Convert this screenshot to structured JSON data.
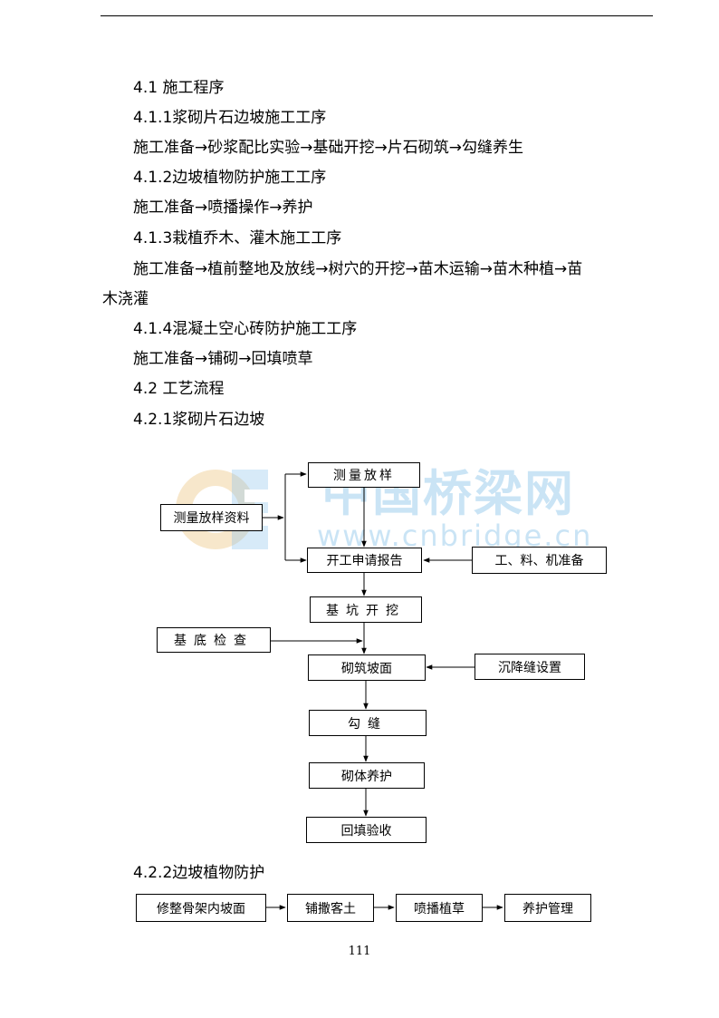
{
  "text": {
    "l1": "4.1    施工程序",
    "l2": "4.1.1浆砌片石边坡施工工序",
    "l3": "施工准备→砂浆配比实验→基础开挖→片石砌筑→勾缝养生",
    "l4": "4.1.2边坡植物防护施工工序",
    "l5": "施工准备→喷播操作→养护",
    "l6": "4.1.3栽植乔木、灌木施工工序",
    "l7": "施工准备→植前整地及放线→树穴的开挖→苗木运输→苗木种植→苗",
    "l8": "木浇灌",
    "l9": "4.1.4混凝土空心砖防护施工工序",
    "l10": "施工准备→铺砌→回填喷草",
    "l11": "4.2    工艺流程",
    "l12": "4.2.1浆砌片石边坡",
    "l13": "4.2.2边坡植物防护"
  },
  "flow1": {
    "survey": "测量放样",
    "survey_data": "测量放样资料",
    "apply": "开工申请报告",
    "prep": "工、料、机准备",
    "pit": "基坑开挖",
    "base_check": "基底检查",
    "build": "砌筑坡面",
    "joint_set": "沉降缝设置",
    "point": "勾缝",
    "cure": "砌体养护",
    "accept": "回填验收"
  },
  "flow2": {
    "s1": "修整骨架内坡面",
    "s2": "铺撒客土",
    "s3": "喷播植草",
    "s4": "养护管理"
  },
  "watermark": {
    "name": "中国桥梁网",
    "url": "www.cnbridge.cn"
  },
  "page_number": "111"
}
